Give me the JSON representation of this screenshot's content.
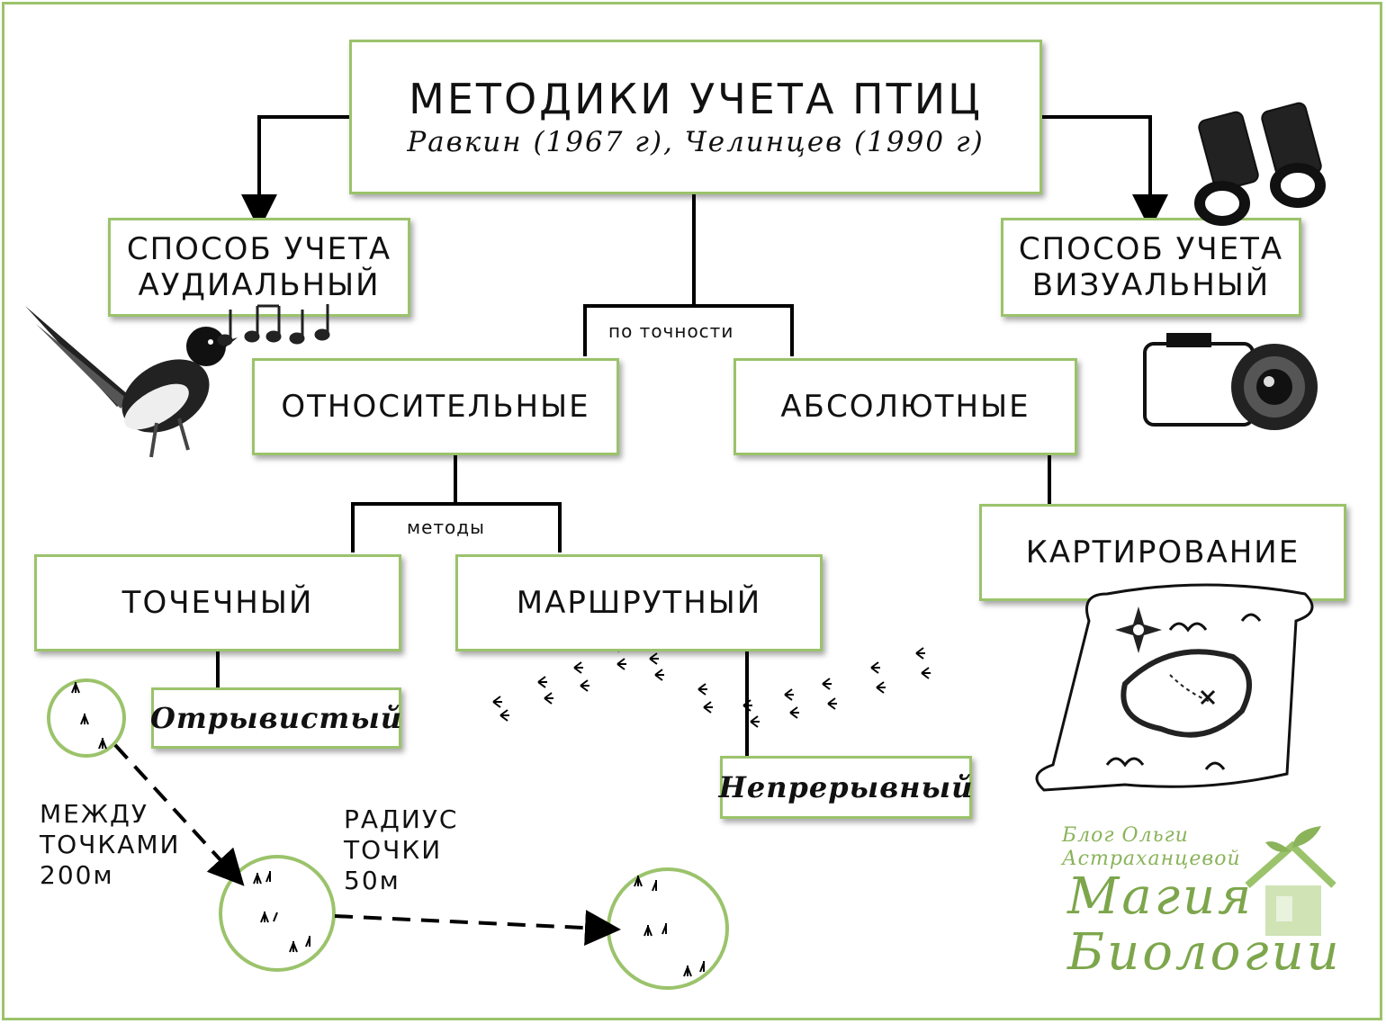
{
  "title": "МЕТОДИКИ УЧЕТА ПТИЦ",
  "subtitle": "Равкин (1967 г), Челинцев (1990 г)",
  "audial": "СПОСОБ УЧЕТА АУДИАЛЬНЫЙ",
  "visual": "СПОСОБ УЧЕТА ВИЗУАЛЬНЫЙ",
  "accuracy_label": "по точности",
  "relative": "ОТНОСИТЕЛЬНЫЕ",
  "absolute": "АБСОЛЮТНЫЕ",
  "methods_label": "методы",
  "point": "ТОЧЕЧНЫЙ",
  "route": "МАРШРУТНЫЙ",
  "mapping": "КАРТИРОВАНИЕ",
  "intermittent": "Отрывистый",
  "continuous": "Непрерывный",
  "between_points": "МЕЖДУ ТОЧКАМИ 200м",
  "point_radius": "РАДИУС ТОЧКИ 50м",
  "logo": {
    "blog": "Блог Ольги Астраханцевой",
    "name": "Магия Биологии"
  },
  "colors": {
    "border": "#9bc36b",
    "logo": "#7da64c"
  },
  "icons": [
    "bird-icon",
    "music-notes-icon",
    "binoculars-icon",
    "camera-icon",
    "map-icon",
    "footprints-icon"
  ]
}
